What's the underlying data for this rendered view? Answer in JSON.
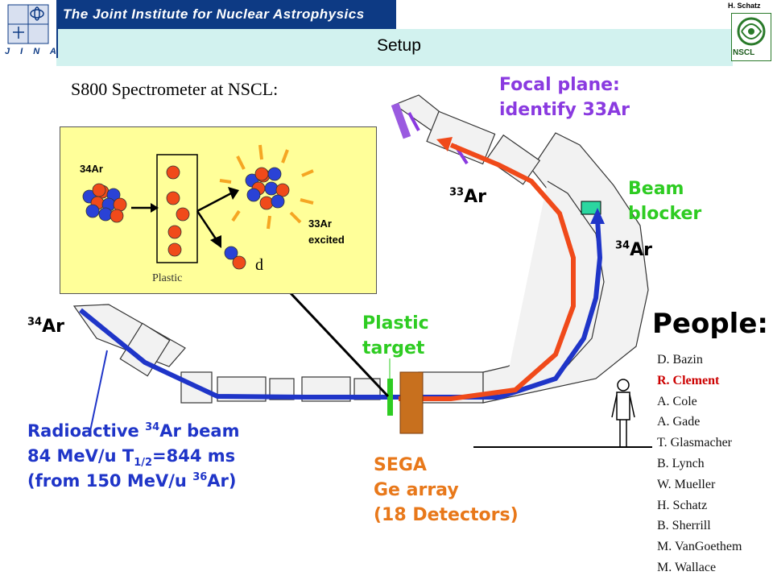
{
  "header": {
    "institute": "The Joint Institute for Nuclear Astrophysics",
    "logo_text": "J I N A",
    "slide_title": "Setup",
    "author": "H. Schatz",
    "nscl_logo_text": "NSCL"
  },
  "diagram": {
    "title": "S800 Spectrometer at NSCL:",
    "focal_plane": {
      "line1": "Focal plane:",
      "line2": "identify 33Ar"
    },
    "beam_blocker": {
      "line1": "Beam",
      "line2": "blocker"
    },
    "plastic_target": {
      "line1": "Plastic",
      "line2": "target"
    },
    "sega": {
      "line1": "SEGA",
      "line2": "Ge array",
      "line3": "(18 Detectors)"
    },
    "isotope_33": {
      "mass": "33",
      "symbol": "Ar"
    },
    "isotope_34_right": {
      "mass": "34",
      "symbol": "Ar"
    },
    "isotope_34_left": {
      "mass": "34",
      "symbol": "Ar"
    },
    "radioactive_beam": {
      "line1_pre": "Radioactive ",
      "line1_sup": "34",
      "line1_post": "Ar beam",
      "line2_pre": "84 MeV/u T",
      "line2_sub": "1/2",
      "line2_post": "=844 ms",
      "line3_pre": "(from 150 MeV/u ",
      "line3_sup": "36",
      "line3_post": "Ar)"
    },
    "inset": {
      "projectile": "34Ar",
      "product_line1": "33Ar",
      "product_line2": "excited",
      "target": "Plastic",
      "ejectile": "d"
    },
    "colors": {
      "beam_34": "#1f35c8",
      "beam_33": "#f04a1a",
      "neutron": "#2a42d6",
      "proton": "#f04a1a",
      "gamma": "#f5a623",
      "inset_bg": "#ffff99",
      "green_label": "#2ecc22",
      "purple_label": "#8a3ae0",
      "orange_label": "#e8781a"
    }
  },
  "people": {
    "title": "People:",
    "names": [
      {
        "name": "D. Bazin",
        "highlight": false
      },
      {
        "name": "R. Clement",
        "highlight": true
      },
      {
        "name": "A. Cole",
        "highlight": false
      },
      {
        "name": "A. Gade",
        "highlight": false
      },
      {
        "name": "T. Glasmacher",
        "highlight": false
      },
      {
        "name": "B. Lynch",
        "highlight": false
      },
      {
        "name": "W. Mueller",
        "highlight": false
      },
      {
        "name": "H. Schatz",
        "highlight": false
      },
      {
        "name": "B. Sherrill",
        "highlight": false
      },
      {
        "name": "M. VanGoethem",
        "highlight": false
      },
      {
        "name": "M. Wallace",
        "highlight": false
      }
    ]
  }
}
